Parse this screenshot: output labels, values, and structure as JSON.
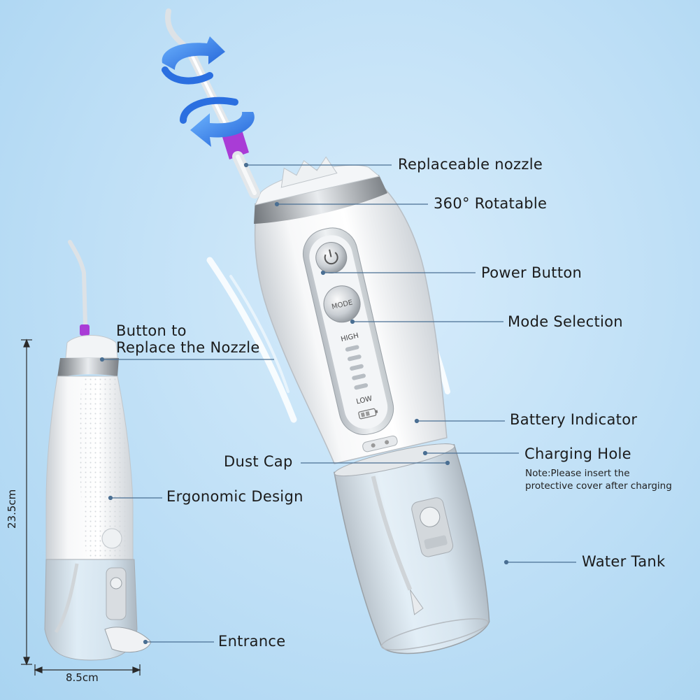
{
  "labels": {
    "replaceable_nozzle": "Replaceable nozzle",
    "rotatable": "360° Rotatable",
    "power_button": "Power Button",
    "mode_selection": "Mode Selection",
    "button_replace_line1": "Button to",
    "button_replace_line2": "Replace the Nozzle",
    "battery_indicator": "Battery Indicator",
    "charging_hole": "Charging Hole",
    "charging_note_line1": "Note:Please insert the",
    "charging_note_line2": "protective cover after charging",
    "dust_cap": "Dust Cap",
    "ergonomic_design": "Ergonomic Design",
    "water_tank": "Water Tank",
    "entrance": "Entrance"
  },
  "panel": {
    "mode": "MODE",
    "high": "HIGH",
    "low": "LOW"
  },
  "dimensions": {
    "height": "23.5cm",
    "width": "8.5cm"
  },
  "colors": {
    "background": "#bedff6",
    "arrow_blue": "#1f6fe0",
    "nozzle_purple": "#a93cd6",
    "leader_line": "#4a6f93"
  }
}
